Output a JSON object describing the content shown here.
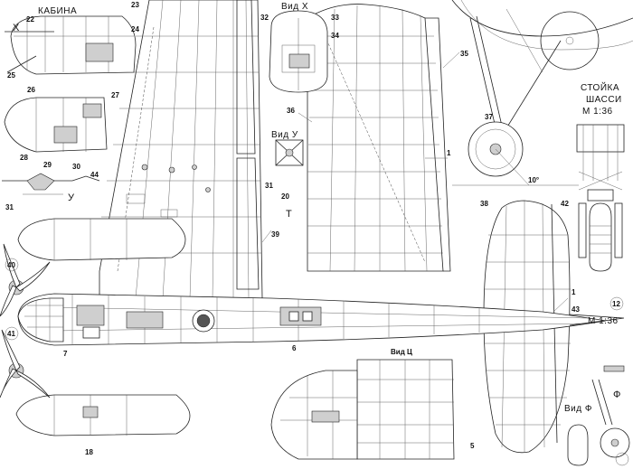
{
  "labels": {
    "kabina": "КАБИНА",
    "vid_x": "Вид Х",
    "vid_u": "Вид У",
    "vid_ts": "Вид Ц",
    "vid_f": "Вид Ф",
    "stoyka_1": "СТОЙКА",
    "stoyka_2": "ШАССИ",
    "scale_1": "М 1:36",
    "scale_2": "М 1:36",
    "x_mark": "Х",
    "u_mark": "У",
    "t_mark": "Т",
    "f_mark": "Ф",
    "angle": "10°"
  },
  "callouts": {
    "n1a": "1",
    "n1b": "1",
    "n5": "5",
    "n6": "6",
    "n7": "7",
    "n12": "12",
    "n18": "18",
    "n20": "20",
    "n22": "22",
    "n23": "23",
    "n24": "24",
    "n25": "25",
    "n26": "26",
    "n27": "27",
    "n28": "28",
    "n29": "29",
    "n30": "30",
    "n31a": "31",
    "n31b": "31",
    "n32": "32",
    "n33": "33",
    "n34": "34",
    "n35": "35",
    "n36": "36",
    "n37": "37",
    "n38": "38",
    "n39": "39",
    "n40": "40",
    "n41": "41",
    "n42": "42",
    "n43": "43",
    "n44": "44"
  }
}
